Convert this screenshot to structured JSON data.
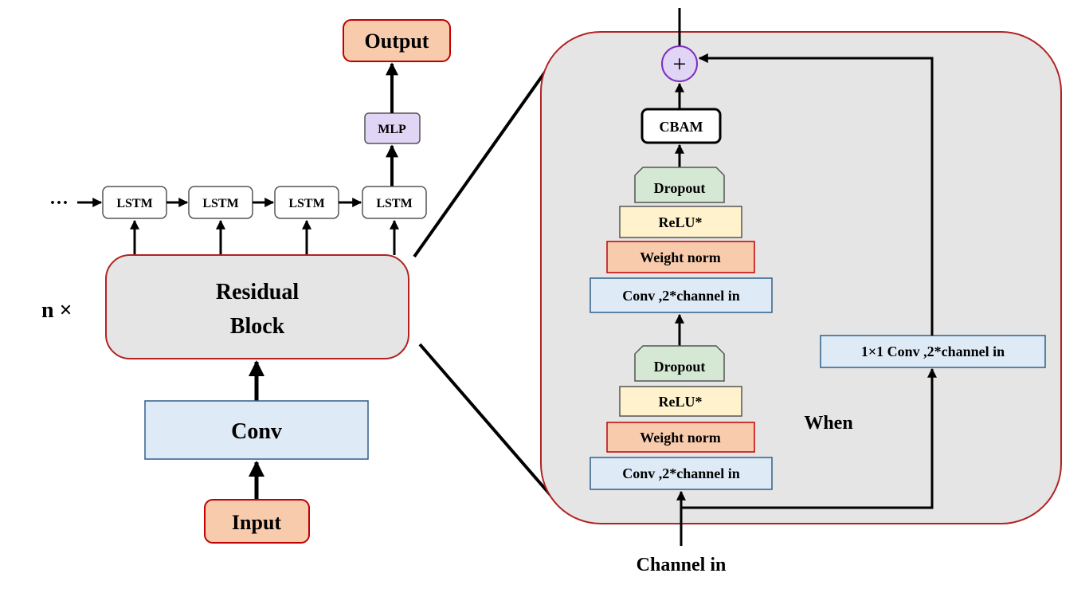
{
  "left": {
    "output_label": "Output",
    "mlp_label": "MLP",
    "ellipsis": "···",
    "lstm_labels": [
      "LSTM",
      "LSTM",
      "LSTM",
      "LSTM"
    ],
    "residual_block_line1": "Residual",
    "residual_block_line2": "Block",
    "repeat_label": "n ×",
    "conv_label": "Conv",
    "input_label": "Input"
  },
  "detail": {
    "sum_symbol": "+",
    "cbam_label": "CBAM",
    "upper_stack": {
      "dropout": "Dropout",
      "relu": "ReLU*",
      "weight_norm": "Weight norm",
      "conv": "Conv ,2*channel in"
    },
    "lower_stack": {
      "dropout": "Dropout",
      "relu": "ReLU*",
      "weight_norm": "Weight norm",
      "conv": "Conv ,2*channel in"
    },
    "shortcut_conv": "1×1 Conv ,2*channel in",
    "when_label": "When",
    "channel_in_label": "Channel in"
  },
  "colors": {
    "output_fill": "#f8cbad",
    "output_stroke": "#c00000",
    "mlp_fill": "#e1d5f5",
    "conv_fill": "#deebf7",
    "conv_stroke": "#2e5f8a",
    "block_fill": "#e5e5e5",
    "block_stroke": "#b22222",
    "dropout_fill": "#d5e8d4",
    "relu_fill": "#fff2cc",
    "weight_norm_fill": "#f8cbad",
    "sum_fill": "#e1d5f5",
    "sum_stroke": "#7b2fbf"
  }
}
